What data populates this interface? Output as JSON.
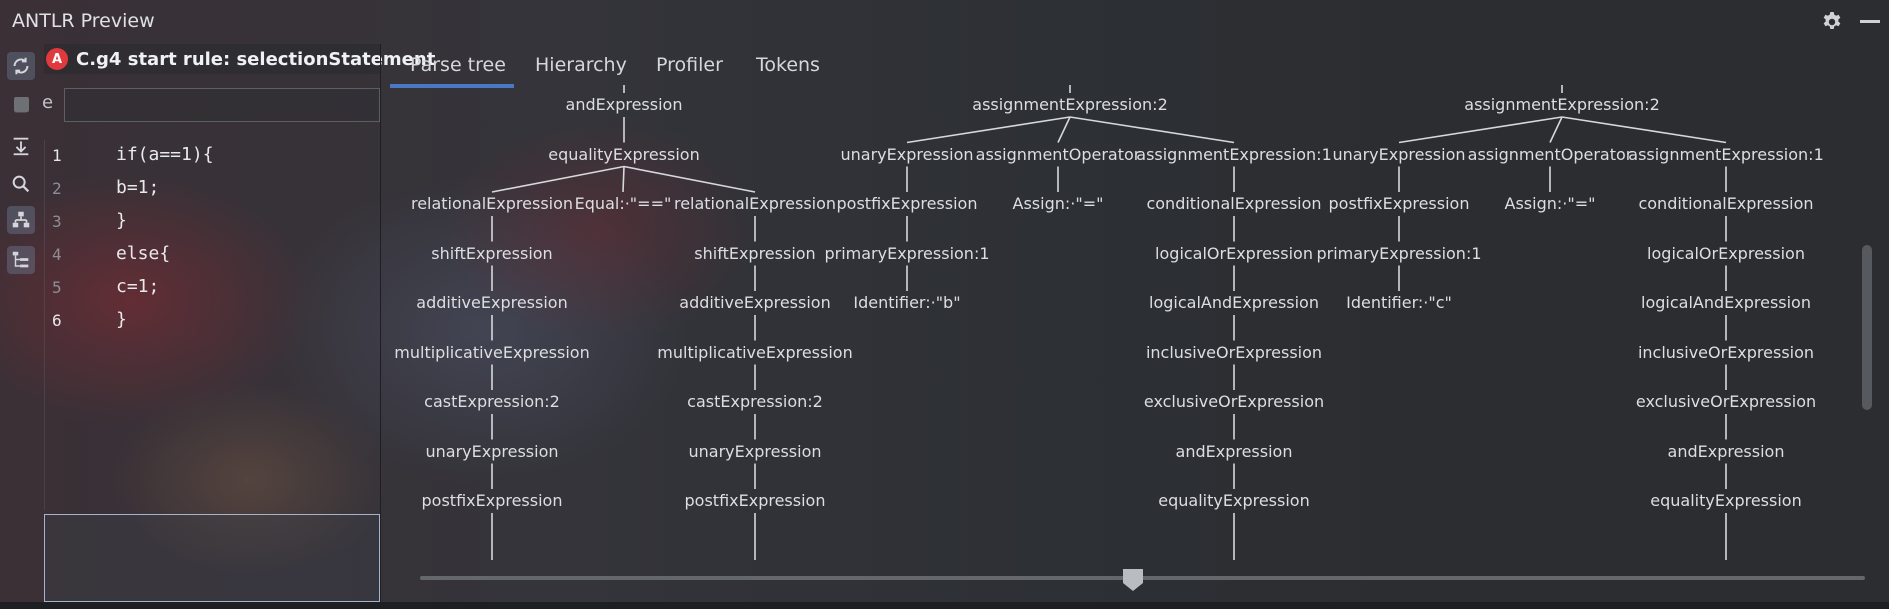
{
  "window": {
    "title": "ANTLR Preview"
  },
  "grammar": {
    "badge": "A",
    "label": "C.g4 start rule: selectionStatement"
  },
  "input": {
    "label": "e",
    "value": "",
    "checkbox_checked": false
  },
  "editor": {
    "current_line": "1",
    "lines": [
      {
        "num": "1",
        "code": "if(a==1){"
      },
      {
        "num": "2",
        "code": "b=1;"
      },
      {
        "num": "3",
        "code": "}"
      },
      {
        "num": "4",
        "code": "else{"
      },
      {
        "num": "5",
        "code": "c=1;"
      },
      {
        "num": "6",
        "code": "}"
      }
    ]
  },
  "tabs": [
    "Parse tree",
    "Hierarchy",
    "Profiler",
    "Tokens"
  ],
  "active_tab": "Parse tree",
  "tree": {
    "left": {
      "root": "andExpression",
      "child": "equalityExpression",
      "middle_token": "Equal:·\"==\"",
      "branch_a": [
        "relationalExpression",
        "shiftExpression",
        "additiveExpression",
        "multiplicativeExpression",
        "castExpression:2",
        "unaryExpression",
        "postfixExpression"
      ],
      "branch_b": [
        "relationalExpression",
        "shiftExpression",
        "additiveExpression",
        "multiplicativeExpression",
        "castExpression:2",
        "unaryExpression",
        "postfixExpression"
      ]
    },
    "mid": {
      "root": "assignmentExpression:2",
      "children": [
        "unaryExpression",
        "assignmentOperator",
        "assignmentExpression:1"
      ],
      "unary_chain": [
        "postfixExpression",
        "primaryExpression:1",
        "Identifier:·\"b\""
      ],
      "op_chain": [
        "Assign:·\"=\""
      ],
      "assign_chain": [
        "conditionalExpression",
        "logicalOrExpression",
        "logicalAndExpression",
        "inclusiveOrExpression",
        "exclusiveOrExpression",
        "andExpression",
        "equalityExpression"
      ]
    },
    "right": {
      "root": "assignmentExpression:2",
      "children": [
        "unaryExpression",
        "assignmentOperator",
        "assignmentExpression:1"
      ],
      "unary_chain": [
        "postfixExpression",
        "primaryExpression:1",
        "Identifier:·\"c\""
      ],
      "op_chain": [
        "Assign:·\"=\""
      ],
      "assign_chain": [
        "conditionalExpression",
        "logicalOrExpression",
        "logicalAndExpression",
        "inclusiveOrExpression",
        "exclusiveOrExpression",
        "andExpression",
        "equalityExpression"
      ]
    }
  },
  "zoom_slider_fraction": 0.5,
  "icons": {
    "toolbar": [
      "refresh-icon",
      "checkbox-icon",
      "import-icon",
      "search-icon",
      "hierarchy-icon",
      "tree-icon"
    ],
    "title_actions": [
      "gear-icon",
      "minimize-icon"
    ]
  }
}
